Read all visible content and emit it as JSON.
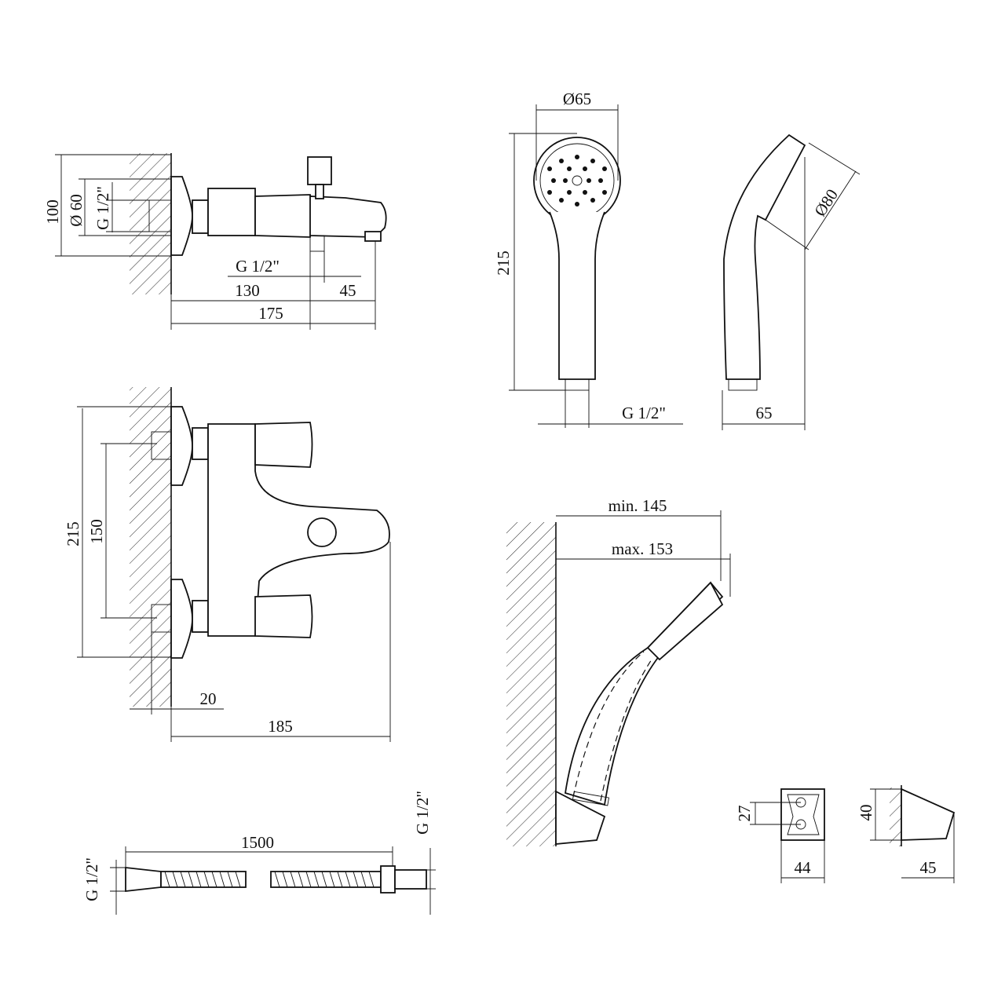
{
  "bath_mixer_side": {
    "height": "100",
    "diameter": "Ø 60",
    "thread_inlet": "G 1/2\"",
    "thread_outlet": "G 1/2\"",
    "spout_offset": "130",
    "outlet_length": "45",
    "total_length": "175"
  },
  "hand_shower_front": {
    "diameter": "Ø65",
    "length": "215",
    "thread": "G 1/2\""
  },
  "hand_shower_side": {
    "head_diameter": "Ø80",
    "depth": "65"
  },
  "bath_mixer_front": {
    "height": "215",
    "inlet_spacing": "150",
    "eccentric": "20",
    "depth": "185"
  },
  "hose": {
    "length": "1500",
    "thread_left": "G 1/2\"",
    "thread_right": "G 1/2\""
  },
  "holder_mounted": {
    "min_projection": "min. 145",
    "max_projection": "max. 153"
  },
  "holder_front": {
    "height": "27",
    "width": "44"
  },
  "holder_side": {
    "height": "40",
    "depth": "45"
  },
  "colors": {
    "line": "#111111",
    "background": "#ffffff"
  }
}
